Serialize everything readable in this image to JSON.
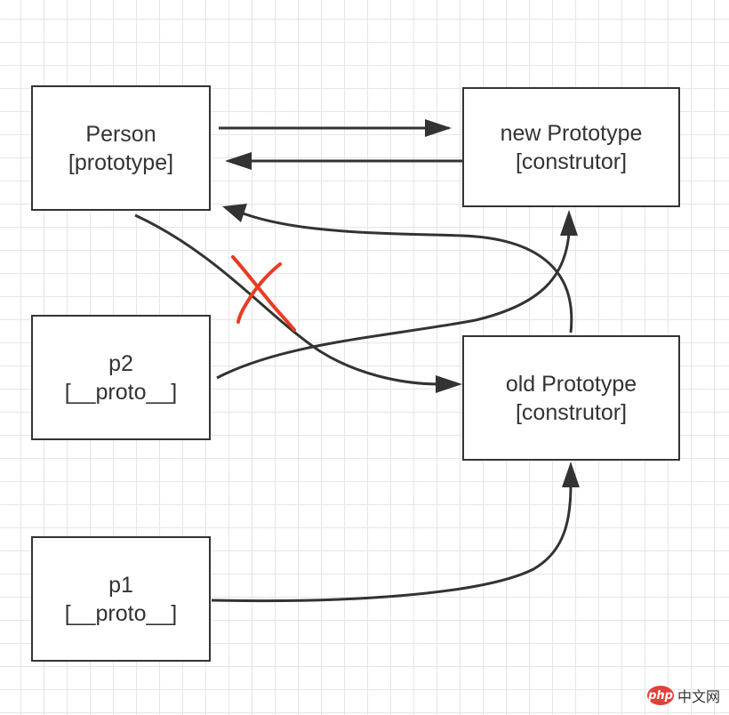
{
  "nodes": {
    "person": {
      "line1": "Person",
      "line2": "[prototype]"
    },
    "new_prototype": {
      "line1": "new Prototype",
      "line2": "[construtor]"
    },
    "p2": {
      "line1": "p2",
      "line2": "[__proto__]"
    },
    "old_prototype": {
      "line1": "old Prototype",
      "line2": "[construtor]"
    },
    "p1": {
      "line1": "p1",
      "line2": "[__proto__]"
    }
  },
  "colors": {
    "stroke": "#333333",
    "cross_mark": "#ea3a24",
    "grid": "#e6e6e6",
    "watermark_red": "#e0423a"
  },
  "watermark": {
    "logo_text": "php",
    "label": "中文网"
  }
}
